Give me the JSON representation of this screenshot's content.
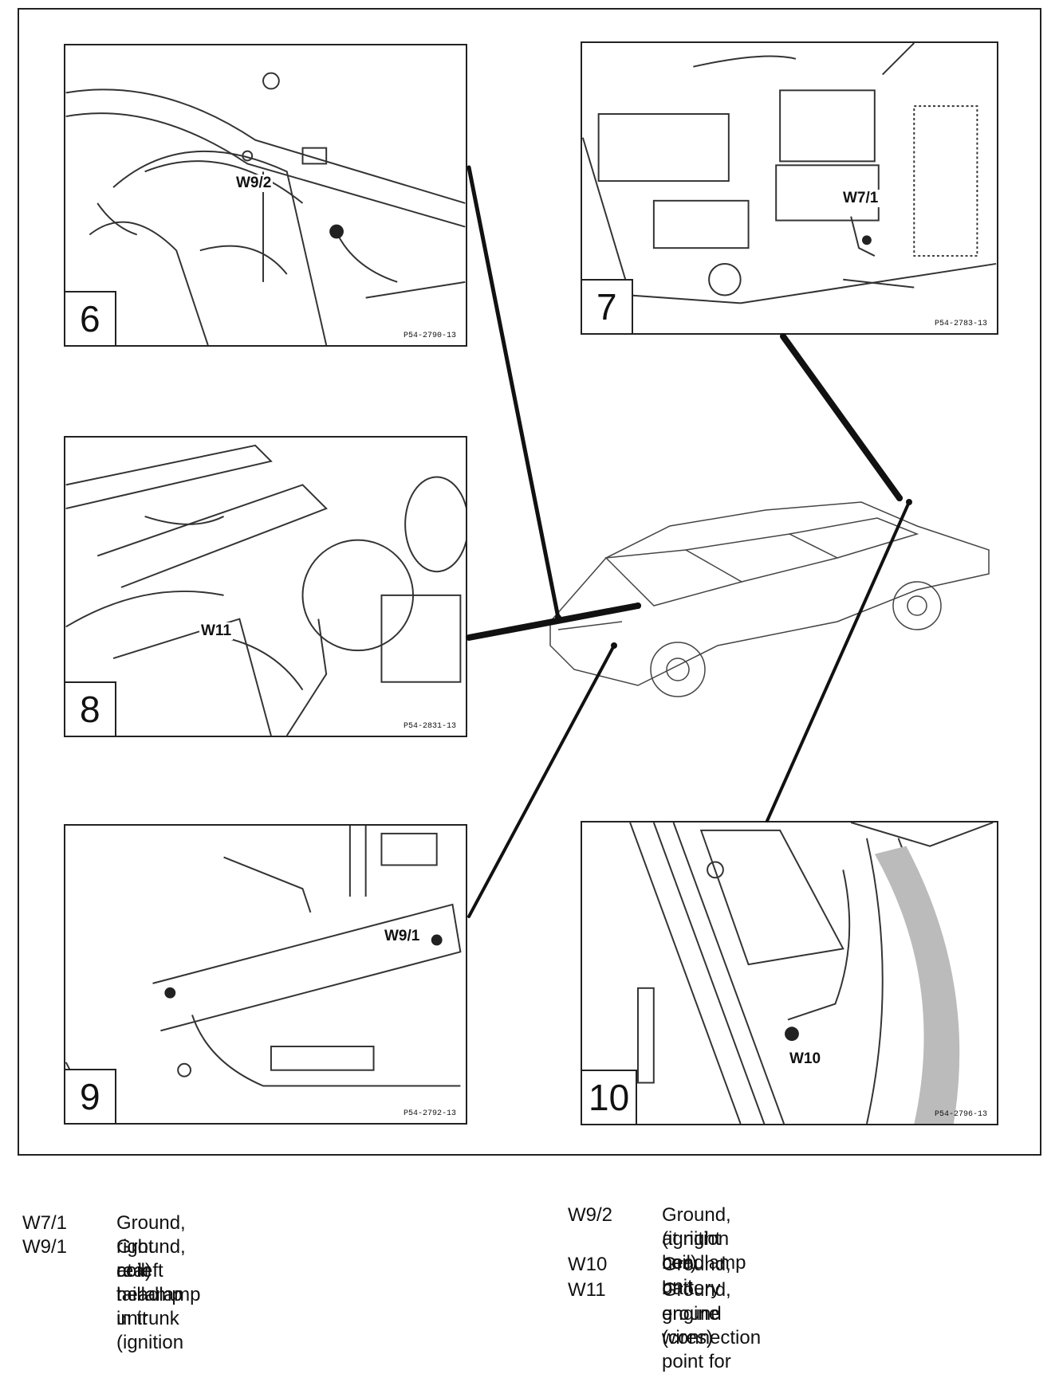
{
  "panels": [
    {
      "number": "6",
      "code": "P54-2790-13",
      "callout": "W9/2"
    },
    {
      "number": "7",
      "code": "P54-2783-13",
      "callout": "W7/1"
    },
    {
      "number": "8",
      "code": "P54-2831-13",
      "callout": "W11"
    },
    {
      "number": "9",
      "code": "P54-2792-13",
      "callout": "W9/1"
    },
    {
      "number": "10",
      "code": "P54-2796-13",
      "callout": "W10"
    }
  ],
  "legend": {
    "left": [
      {
        "code": "W7/1",
        "desc_lines": [
          "Ground, right rear taillamp in trunk"
        ]
      },
      {
        "code": "W9/1",
        "desc_lines": [
          "Ground, at left headlamp unit (ignition",
          "coil)"
        ]
      }
    ],
    "right": [
      {
        "code": "W9/2",
        "desc_lines": [
          "Ground, at right headlamp unit",
          "(ignition coil)"
        ]
      },
      {
        "code": "W10",
        "desc_lines": [
          "Ground, battery"
        ]
      },
      {
        "code": "W11",
        "desc_lines": [
          "Ground, engine (connection point for",
          "ground wires)"
        ]
      }
    ]
  }
}
